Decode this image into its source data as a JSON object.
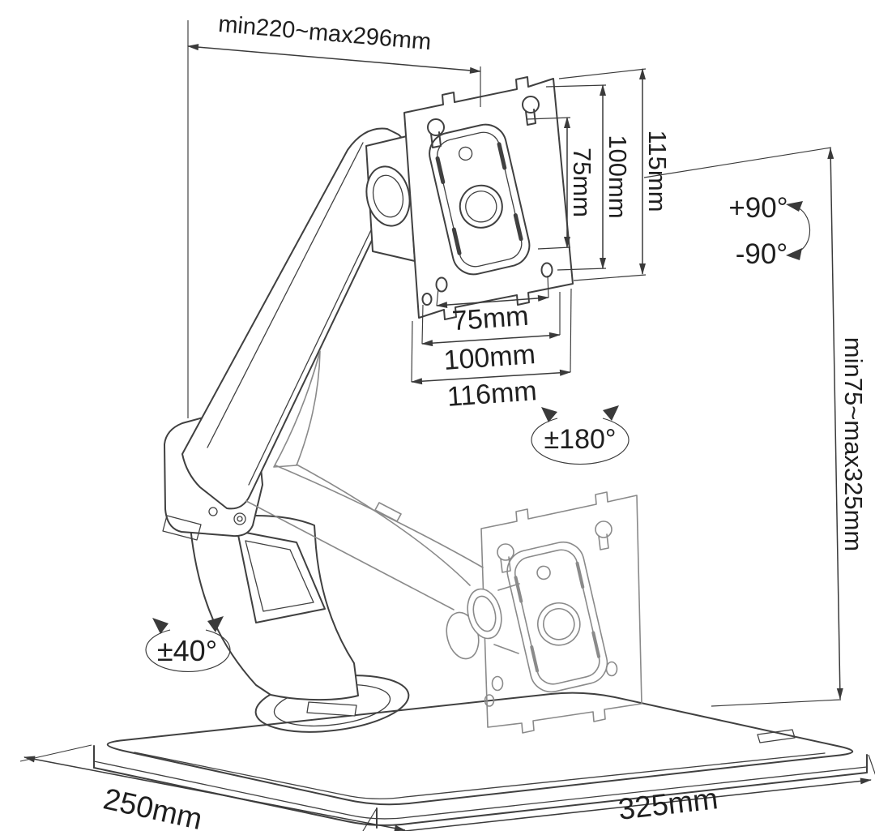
{
  "diagram": {
    "colors": {
      "line": "#404040",
      "ghost_line": "#8a8a8a",
      "dim_line": "#3a3a3a",
      "text": "#1f1f1f",
      "background": "#ffffff",
      "fill": "#ffffff"
    },
    "labels": {
      "arm_extension": "min220~max296mm",
      "vesa_v_75": "75mm",
      "vesa_v_100": "100mm",
      "vesa_v_115": "115mm",
      "vesa_h_75": "75mm",
      "vesa_h_100": "100mm",
      "vesa_h_116": "116mm",
      "tilt_up": "+90°",
      "tilt_down": "-90°",
      "swivel": "±180°",
      "base_swivel": "±40°",
      "height_range": "min75~max325mm",
      "base_depth": "250mm",
      "base_width": "325mm"
    }
  }
}
